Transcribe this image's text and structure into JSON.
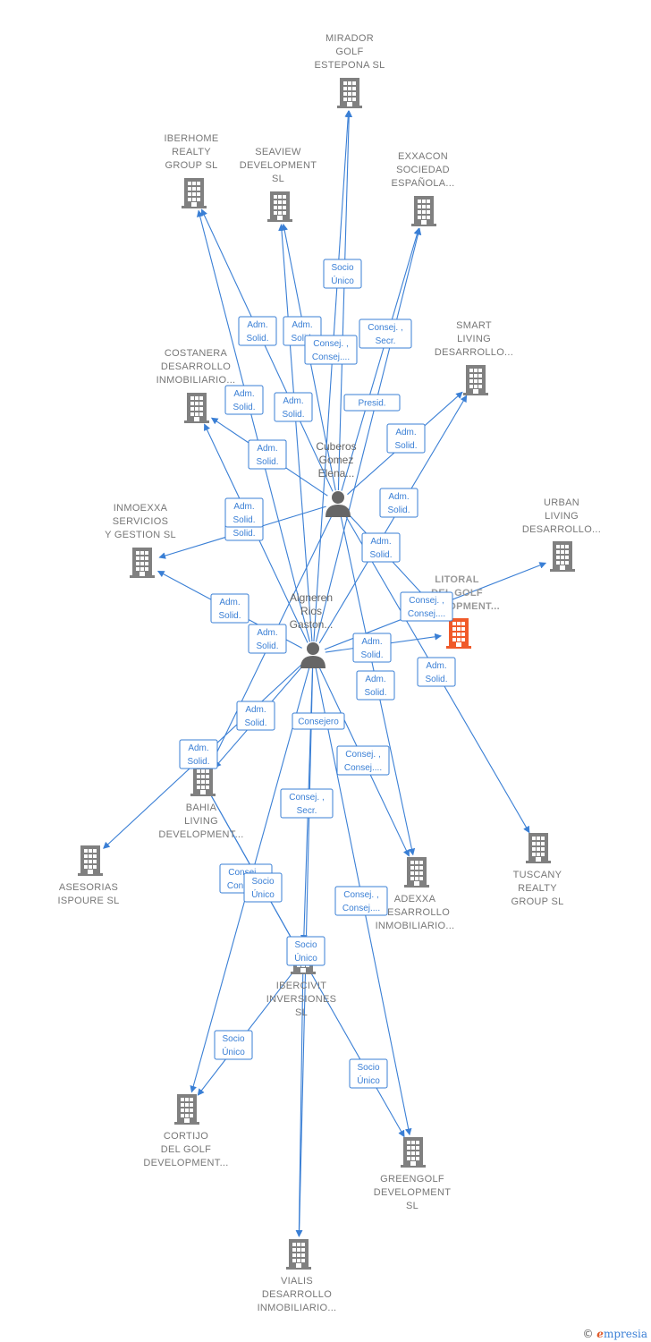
{
  "colors": {
    "edge": "#3a7fd5",
    "building": "#808080",
    "focus_building": "#f05a2a",
    "person": "#666666"
  },
  "nodes": [
    {
      "id": "mirador",
      "type": "company",
      "lines": [
        "MIRADOR",
        "GOLF",
        "ESTEPONA  SL"
      ]
    },
    {
      "id": "iberhome",
      "type": "company",
      "lines": [
        "IBERHOME",
        "REALTY",
        "GROUP  SL"
      ]
    },
    {
      "id": "seaview",
      "type": "company",
      "lines": [
        "SEAVIEW",
        "DEVELOPMENT",
        "SL"
      ]
    },
    {
      "id": "exxacon",
      "type": "company",
      "lines": [
        "EXXACON",
        "SOCIEDAD",
        "ESPAÑOLA..."
      ]
    },
    {
      "id": "smart",
      "type": "company",
      "lines": [
        "SMART",
        "LIVING",
        "DESARROLLO..."
      ]
    },
    {
      "id": "costanera",
      "type": "company",
      "lines": [
        "COSTANERA",
        "DESARROLLO",
        "INMOBILIARIO..."
      ]
    },
    {
      "id": "urban",
      "type": "company",
      "lines": [
        "URBAN",
        "LIVING",
        "DESARROLLO..."
      ]
    },
    {
      "id": "inmoexxa",
      "type": "company",
      "lines": [
        "INMOEXXA",
        "SERVICIOS",
        "Y GESTION  SL"
      ]
    },
    {
      "id": "litoral",
      "type": "company",
      "focus": true,
      "lines": [
        "LITORAL",
        "DEL GOLF",
        "DEVELOPMENT..."
      ]
    },
    {
      "id": "bahia",
      "type": "company",
      "lines": [
        "BAHIA",
        "LIVING",
        "DEVELOPMENT..."
      ]
    },
    {
      "id": "tuscany",
      "type": "company",
      "lines": [
        "TUSCANY",
        "REALTY",
        "GROUP  SL"
      ]
    },
    {
      "id": "asesorias",
      "type": "company",
      "lines": [
        "ASESORIAS",
        "ISPOURE  SL"
      ]
    },
    {
      "id": "adexxa",
      "type": "company",
      "lines": [
        "ADEXXA",
        "DESARROLLO",
        "INMOBILIARIO..."
      ]
    },
    {
      "id": "ibercivit",
      "type": "company",
      "lines": [
        "IBERCIVIT",
        "INVERSIONES",
        "SL"
      ]
    },
    {
      "id": "cortijo",
      "type": "company",
      "lines": [
        "CORTIJO",
        "DEL GOLF",
        "DEVELOPMENT..."
      ]
    },
    {
      "id": "greengolf",
      "type": "company",
      "lines": [
        "GREENGOLF",
        "DEVELOPMENT",
        "SL"
      ]
    },
    {
      "id": "vialis",
      "type": "company",
      "lines": [
        "VIALIS",
        "DESARROLLO",
        "INMOBILIARIO..."
      ]
    },
    {
      "id": "cuberos",
      "type": "person",
      "lines": [
        "Cuberos",
        "Gomez",
        "Elena..."
      ]
    },
    {
      "id": "aigneren",
      "type": "person",
      "lines": [
        "Aigneren",
        "Rios",
        "Gaston..."
      ]
    }
  ],
  "edges": [
    {
      "from": "cuberos",
      "to": "mirador",
      "lines": [
        "Socio",
        "Único"
      ]
    },
    {
      "from": "cuberos",
      "to": "iberhome",
      "lines": [
        "Adm.",
        "Solid."
      ]
    },
    {
      "from": "cuberos",
      "to": "seaview",
      "lines": [
        "Adm.",
        "Solid."
      ]
    },
    {
      "from": "cuberos",
      "to": "exxacon",
      "lines": [
        "Consej. ,",
        "Secr."
      ]
    },
    {
      "from": "cuberos",
      "to": "smart",
      "lines": [
        "Adm.",
        "Solid."
      ]
    },
    {
      "from": "cuberos",
      "to": "costanera",
      "lines": [
        "Adm.",
        "Solid."
      ]
    },
    {
      "from": "cuberos",
      "to": "inmoexxa",
      "lines": [
        "Adm.",
        "Solid."
      ]
    },
    {
      "from": "cuberos",
      "to": "litoral",
      "lines": [
        "Adm.",
        "Solid."
      ]
    },
    {
      "from": "cuberos",
      "to": "adexxa",
      "lines": [
        "Adm.",
        "Solid."
      ]
    },
    {
      "from": "cuberos",
      "to": "tuscany",
      "lines": [
        "Adm.",
        "Solid."
      ]
    },
    {
      "from": "cuberos",
      "to": "bahia",
      "lines": [
        "Adm.",
        "Solid."
      ]
    },
    {
      "from": "aigneren",
      "to": "mirador",
      "lines": [
        "Consej. ,",
        "Consej...."
      ]
    },
    {
      "from": "aigneren",
      "to": "exxacon",
      "lines": [
        "Presid."
      ]
    },
    {
      "from": "aigneren",
      "to": "iberhome",
      "lines": [
        "Adm.",
        "Solid."
      ]
    },
    {
      "from": "aigneren",
      "to": "seaview",
      "lines": [
        "Adm.",
        "Solid."
      ]
    },
    {
      "from": "aigneren",
      "to": "costanera",
      "lines": [
        "Adm.",
        "Solid."
      ]
    },
    {
      "from": "aigneren",
      "to": "smart",
      "lines": [
        "Adm.",
        "Solid."
      ]
    },
    {
      "from": "aigneren",
      "to": "inmoexxa",
      "lines": [
        "Adm.",
        "Solid."
      ]
    },
    {
      "from": "aigneren",
      "to": "urban",
      "lines": [
        "Consej. ,",
        "Consej...."
      ]
    },
    {
      "from": "aigneren",
      "to": "litoral",
      "lines": [
        "Adm.",
        "Solid."
      ]
    },
    {
      "from": "aigneren",
      "to": "bahia",
      "lines": [
        "Adm.",
        "Solid."
      ]
    },
    {
      "from": "aigneren",
      "to": "asesorias",
      "lines": [
        "Adm.",
        "Solid."
      ]
    },
    {
      "from": "aigneren",
      "to": "adexxa",
      "lines": [
        "Adm.",
        "Solid."
      ]
    },
    {
      "from": "aigneren",
      "to": "ibercivit",
      "lines": [
        "Consejero"
      ]
    },
    {
      "from": "aigneren",
      "to": "cortijo",
      "lines": [
        "Consej. ,",
        "Secr."
      ]
    },
    {
      "from": "aigneren",
      "to": "greengolf",
      "lines": [
        "Consej. ,",
        "Consej...."
      ]
    },
    {
      "from": "aigneren",
      "to": "vialis",
      "lines": [
        "Consej. ,",
        "Consej...."
      ]
    },
    {
      "from": "bahia",
      "to": "ibercivit",
      "lines": [
        "Consej. ,",
        "Consej...."
      ]
    },
    {
      "from": "bahia",
      "to": "ibercivit",
      "lines": [
        "Socio",
        "Único"
      ]
    },
    {
      "from": "ibercivit",
      "to": "cortijo",
      "lines": [
        "Socio",
        "Único"
      ]
    },
    {
      "from": "ibercivit",
      "to": "greengolf",
      "lines": [
        "Socio",
        "Único"
      ]
    },
    {
      "from": "ibercivit",
      "to": "vialis",
      "lines": [
        "Socio",
        "Único"
      ]
    }
  ],
  "brand": {
    "copyright": "©",
    "initial": "e",
    "name": "mpresia"
  }
}
